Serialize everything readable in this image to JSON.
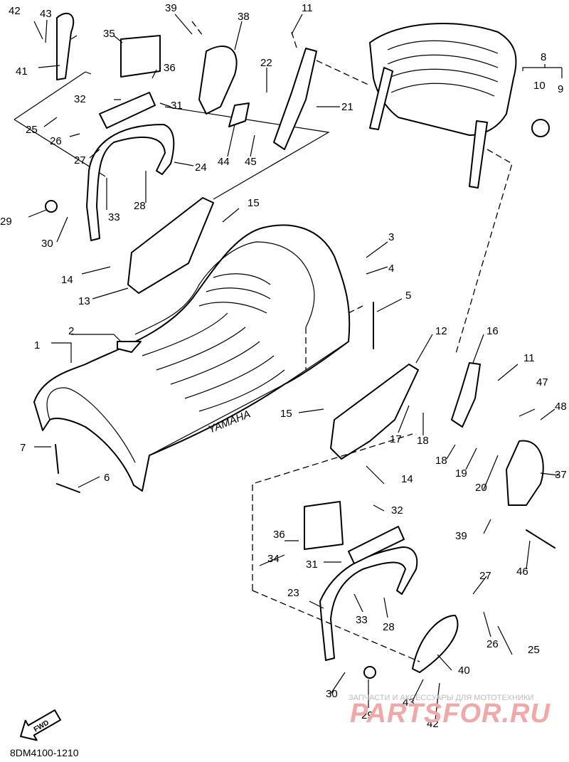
{
  "callouts": {
    "c1": "1",
    "c2": "2",
    "c3": "3",
    "c4": "4",
    "c5": "5",
    "c6": "6",
    "c7": "7",
    "c8": "8",
    "c9": "9",
    "c10": "10",
    "c11a": "11",
    "c11b": "11",
    "c12": "12",
    "c13": "13",
    "c14a": "14",
    "c14b": "14",
    "c15a": "15",
    "c15b": "15",
    "c16": "16",
    "c17": "17",
    "c18a": "18",
    "c18b": "18",
    "c19": "19",
    "c20": "20",
    "c21": "21",
    "c22": "22",
    "c23": "23",
    "c24": "24",
    "c25a": "25",
    "c25b": "25",
    "c26a": "26",
    "c26b": "26",
    "c27a": "27",
    "c27b": "27",
    "c28a": "28",
    "c28b": "28",
    "c29a": "29",
    "c29b": "29",
    "c30a": "30",
    "c30b": "30",
    "c31a": "31",
    "c31b": "31",
    "c32a": "32",
    "c32b": "32",
    "c33a": "33",
    "c33b": "33",
    "c34": "34",
    "c35": "35",
    "c36a": "36",
    "c36b": "36",
    "c37": "37",
    "c38": "38",
    "c39a": "39",
    "c39b": "39",
    "c40": "40",
    "c41": "41",
    "c42a": "42",
    "c42b": "42",
    "c43a": "43",
    "c43b": "43",
    "c44": "44",
    "c45": "45",
    "c46": "46",
    "c47": "47",
    "c48": "48"
  },
  "seat_logo": "YAMAHA",
  "fwd_label": "FWD",
  "diagram_code": "8DM4100-1210",
  "watermark": {
    "top": "ЗАПЧАСТИ И АКСЕССУАРЫ ДЛЯ МОТОТЕХНИКИ",
    "main": "PARTSFOR.RU"
  }
}
